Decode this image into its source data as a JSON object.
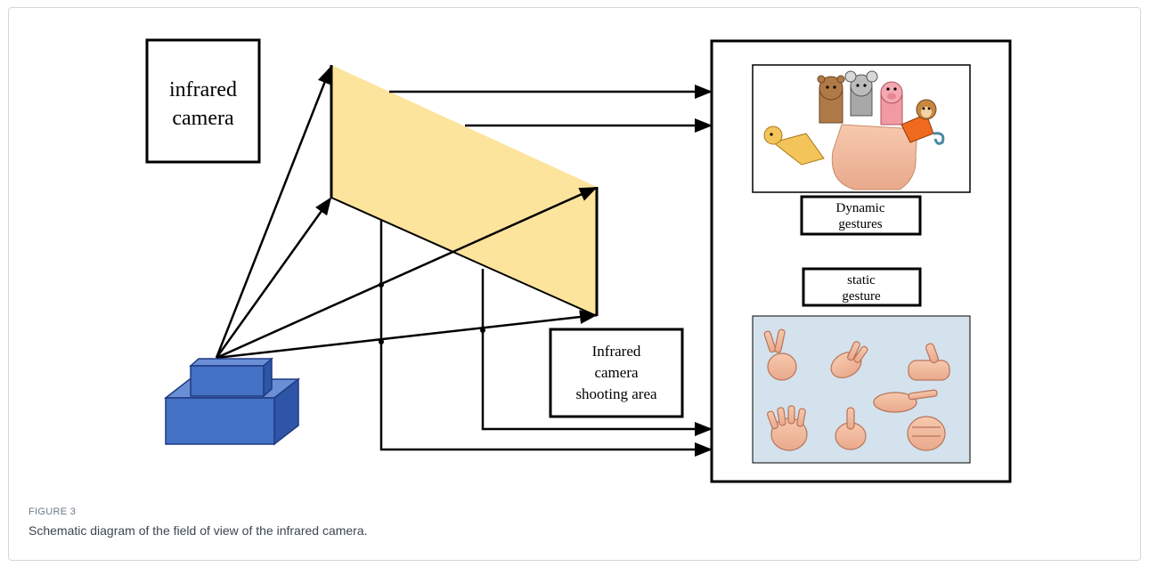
{
  "diagram": {
    "camera_label": [
      "infrared",
      "camera"
    ],
    "area_label": [
      "Infrared",
      "camera",
      "shooting area"
    ],
    "dynamic_label": [
      "Dynamic",
      "gestures"
    ],
    "static_label": [
      "static",
      "gesture"
    ],
    "colors": {
      "fov_plane": "#fde49c",
      "camera_body": "#4472c4",
      "camera_edge": "#1f3b82",
      "line": "#000000"
    },
    "icons": {
      "camera": "camera-block-icon",
      "dynamic_image": "finger-puppets-illustration",
      "static_image": "hand-signs-illustration"
    }
  },
  "figure": {
    "label": "FIGURE 3",
    "caption": "Schematic diagram of the field of view of the infrared camera."
  }
}
